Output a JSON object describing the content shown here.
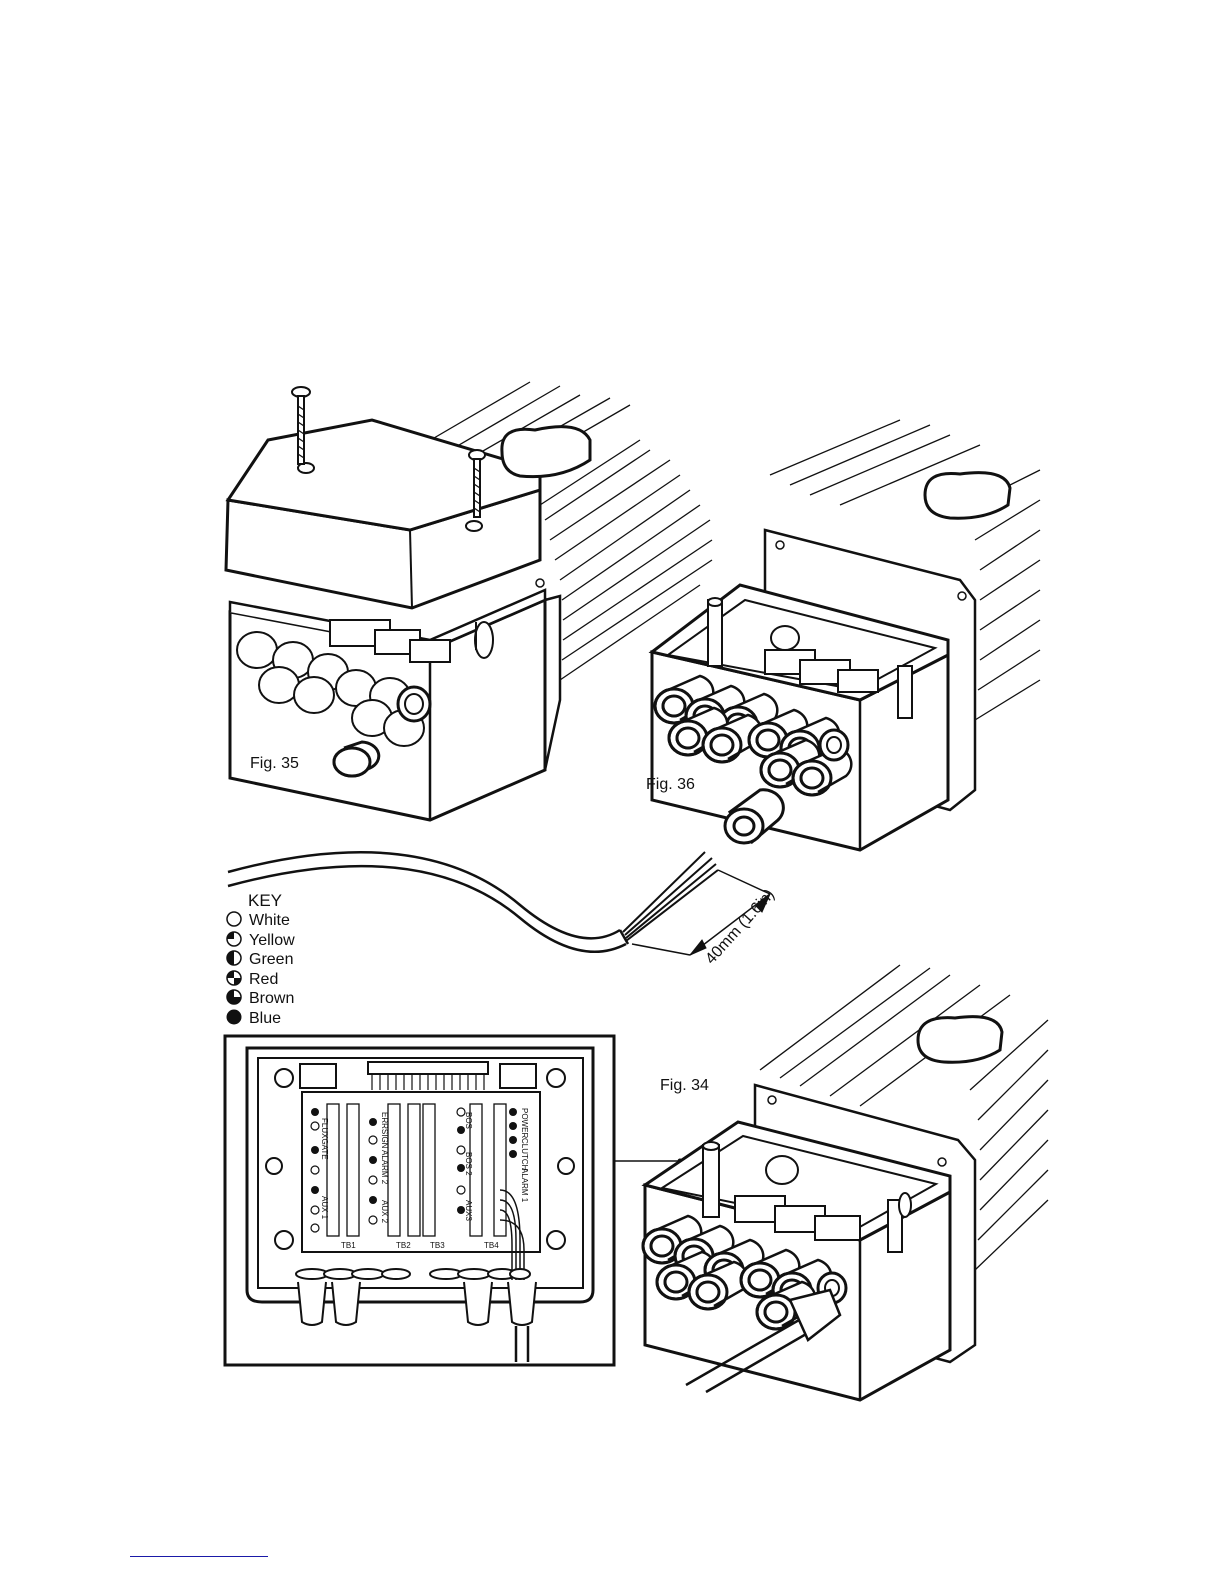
{
  "figures": {
    "fig35": "Fig. 35",
    "fig36": "Fig. 36",
    "fig34": "Fig. 34"
  },
  "dimension": "40mm (1.6in)",
  "key": {
    "title": "KEY",
    "entries": [
      {
        "label": "White",
        "symbol": "empty-circle"
      },
      {
        "label": "Yellow",
        "symbol": "quarter-circle"
      },
      {
        "label": "Green",
        "symbol": "half-circle"
      },
      {
        "label": "Red",
        "symbol": "checker-circle"
      },
      {
        "label": "Brown",
        "symbol": "three-quarter-circle"
      },
      {
        "label": "Blue",
        "symbol": "filled-circle"
      }
    ]
  },
  "board": {
    "blocks": [
      "TB1",
      "TB2",
      "TB3",
      "TB4"
    ],
    "labels": [
      "FLUXGATE",
      "AUX 1",
      "ERRSIGN",
      "ALARM 2",
      "AUX 2",
      "BOS",
      "BOS 2",
      "AUX3",
      "POWER",
      "CLUTCH",
      "ALARM 1"
    ]
  },
  "colors": {
    "ink": "#111111",
    "paper": "#ffffff",
    "footer_rule": "#1a1aa8"
  }
}
